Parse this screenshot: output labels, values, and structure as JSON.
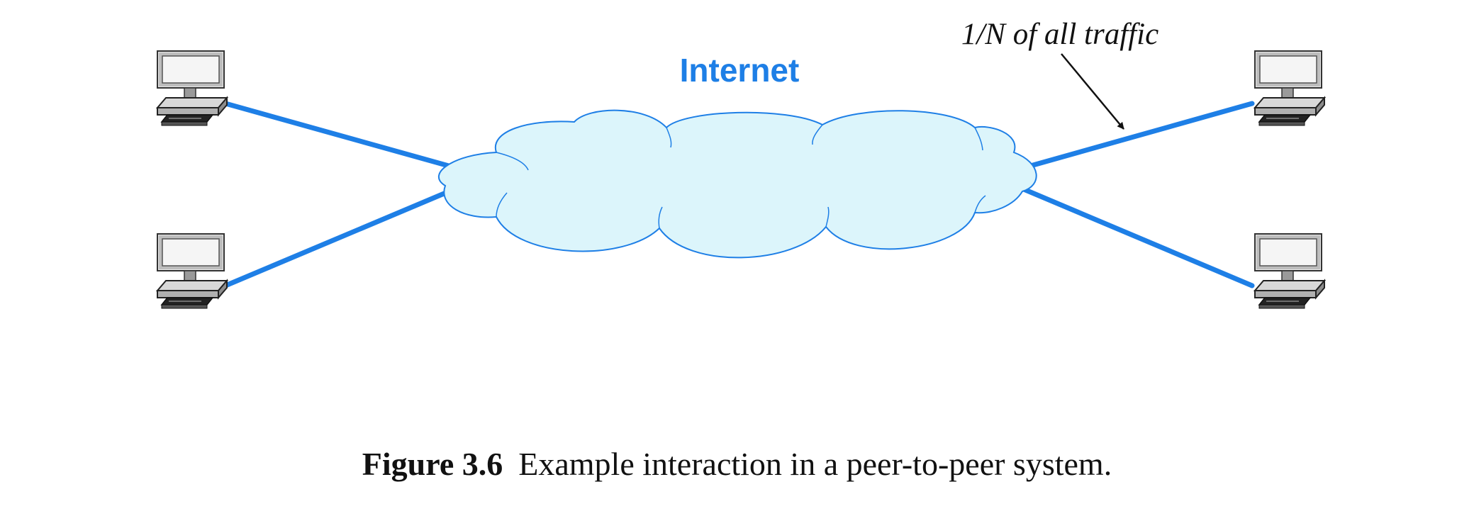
{
  "diagram": {
    "cloud_label": "Internet",
    "annotation": "1/N of all traffic",
    "peer_count": 4,
    "peers": [
      {
        "name": "peer-top-left",
        "side": "left"
      },
      {
        "name": "peer-bottom-left",
        "side": "left"
      },
      {
        "name": "peer-top-right",
        "side": "right"
      },
      {
        "name": "peer-bottom-right",
        "side": "right"
      }
    ],
    "colors": {
      "link": "#1e7fe6",
      "cloud_fill": "#dcf5fb",
      "cloud_stroke": "#1e7fe6",
      "label": "#1e7fe6",
      "text": "#111111"
    },
    "icons": {
      "peer": "computer-icon",
      "cloud": "cloud-icon",
      "pointer": "arrow-icon"
    }
  },
  "caption": {
    "number": "Figure 3.6",
    "text": "Example interaction in a peer-to-peer system."
  }
}
